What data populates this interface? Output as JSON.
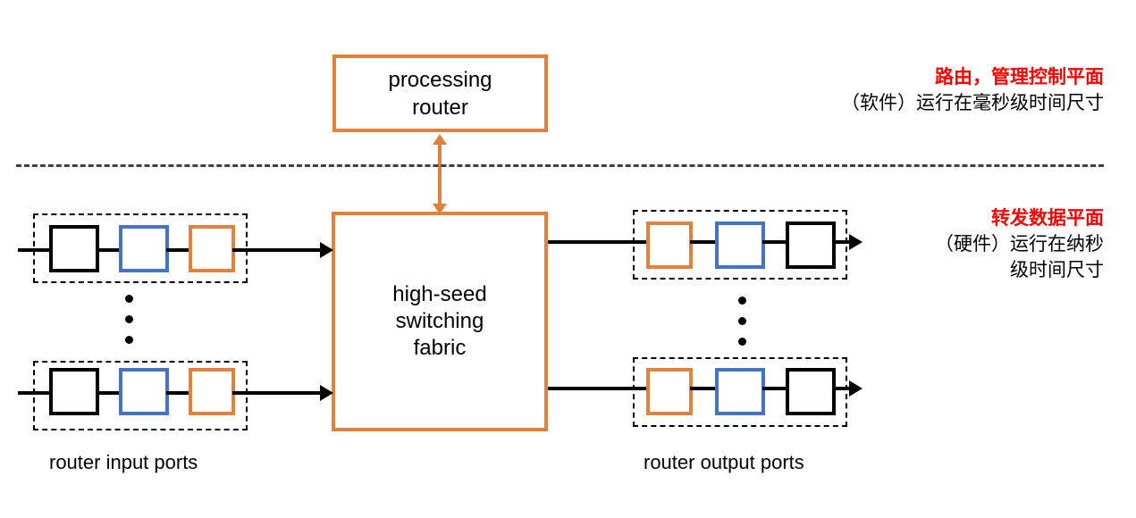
{
  "diagram": {
    "title_box": {
      "label": "processing\nrouter"
    },
    "fabric_box": {
      "label": "high-seed\nswitching\nfabric"
    },
    "captions": {
      "input_ports": "router input ports",
      "output_ports": "router output ports"
    },
    "annotations": {
      "control_plane": {
        "headline": "路由，管理控制平面",
        "detail": "（软件）运行在毫秒级时间尺寸"
      },
      "data_plane": {
        "headline": "转发数据平面",
        "detail_line1": "（硬件）运行在纳秒",
        "detail_line2": "级时间尺寸"
      }
    },
    "colors": {
      "orange": "#E2813D",
      "blue": "#4472C4",
      "black": "#000000",
      "red": "#FF0000",
      "divider": "#3F3F3F"
    },
    "ports": {
      "input_row_top": [
        "black",
        "blue",
        "orange"
      ],
      "input_row_bottom": [
        "black",
        "blue",
        "orange"
      ],
      "output_row_top": [
        "orange",
        "blue",
        "black"
      ],
      "output_row_bottom": [
        "orange",
        "blue",
        "black"
      ]
    }
  }
}
